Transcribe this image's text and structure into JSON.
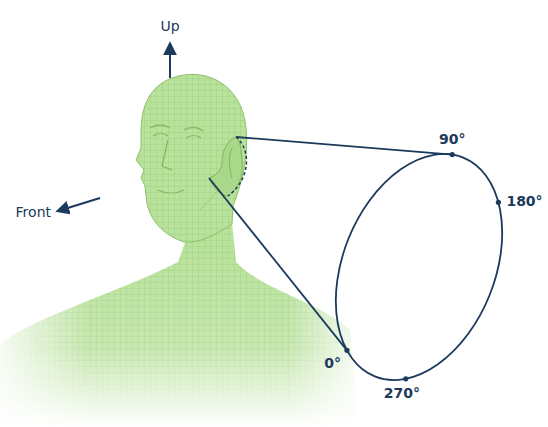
{
  "diagram": {
    "labels": [
      "Up",
      "90°",
      "180°",
      "Front",
      "0°",
      "270°"
    ]
  }
}
